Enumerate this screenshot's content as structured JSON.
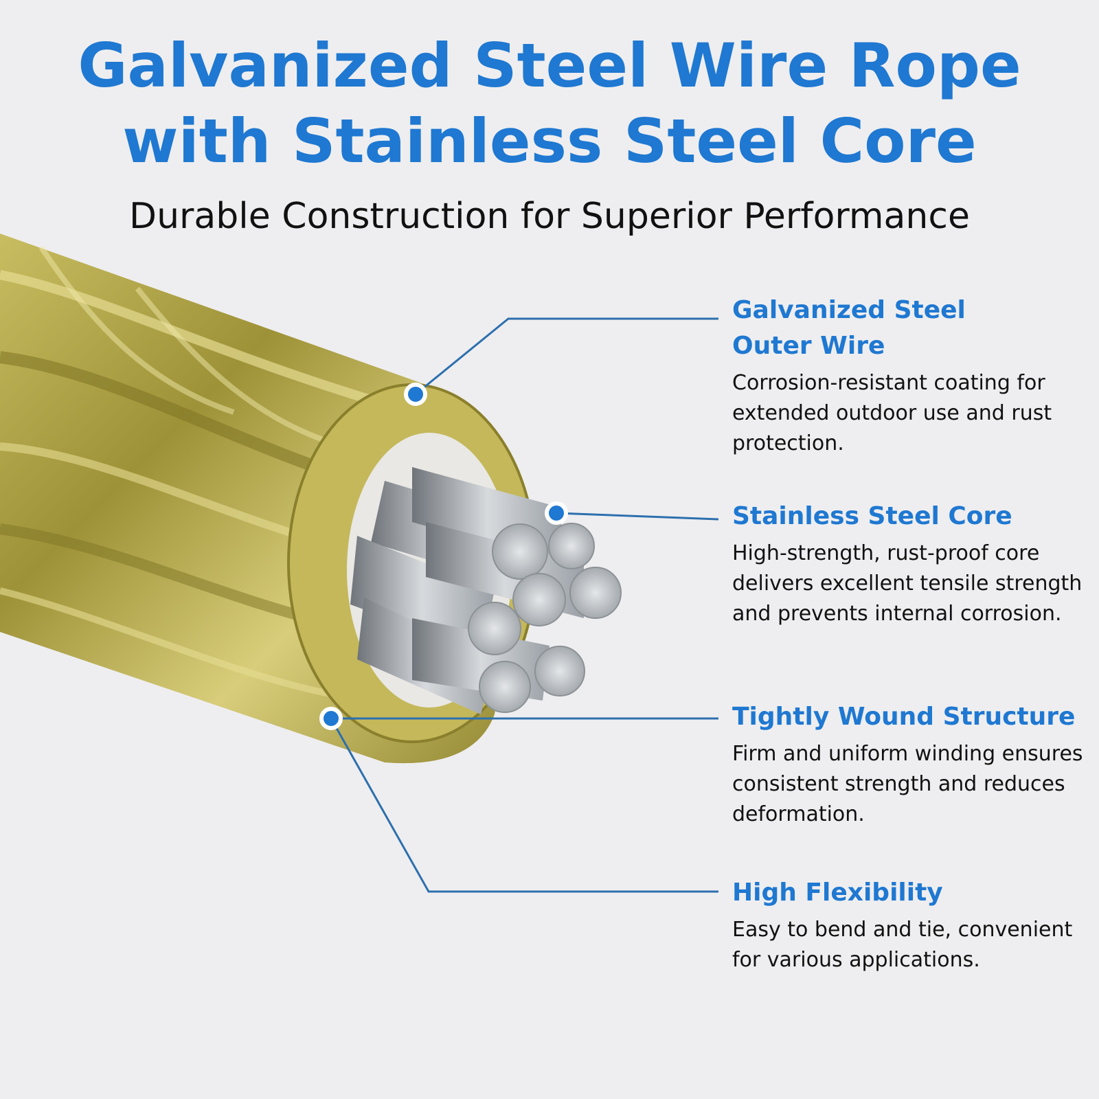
{
  "header": {
    "title_line1": "Galvanized Steel Wire Rope",
    "title_line2": "with Stainless Steel Core",
    "subtitle": "Durable Construction for Superior Performance"
  },
  "features": [
    {
      "title_line1": "Galvanized Steel",
      "title_line2": "Outer Wire",
      "description": "Corrosion-resistant coating for extended outdoor use and rust protection."
    },
    {
      "title": "Stainless Steel Core",
      "description": "High-strength, rust-proof core delivers excellent tensile strength and prevents internal corrosion."
    },
    {
      "title": "Tightly Wound Structure",
      "description": "Firm and uniform winding ensures consistent strength and reduces deformation."
    },
    {
      "title": "High Flexibility",
      "description": "Easy to bend and tie, convenient for various applications."
    }
  ],
  "colors": {
    "accent": "#1f78d1",
    "text": "#111111",
    "background": "#eeeef0",
    "outer_wire": "#b9ad52",
    "core_wire": "#b4b8bd"
  }
}
